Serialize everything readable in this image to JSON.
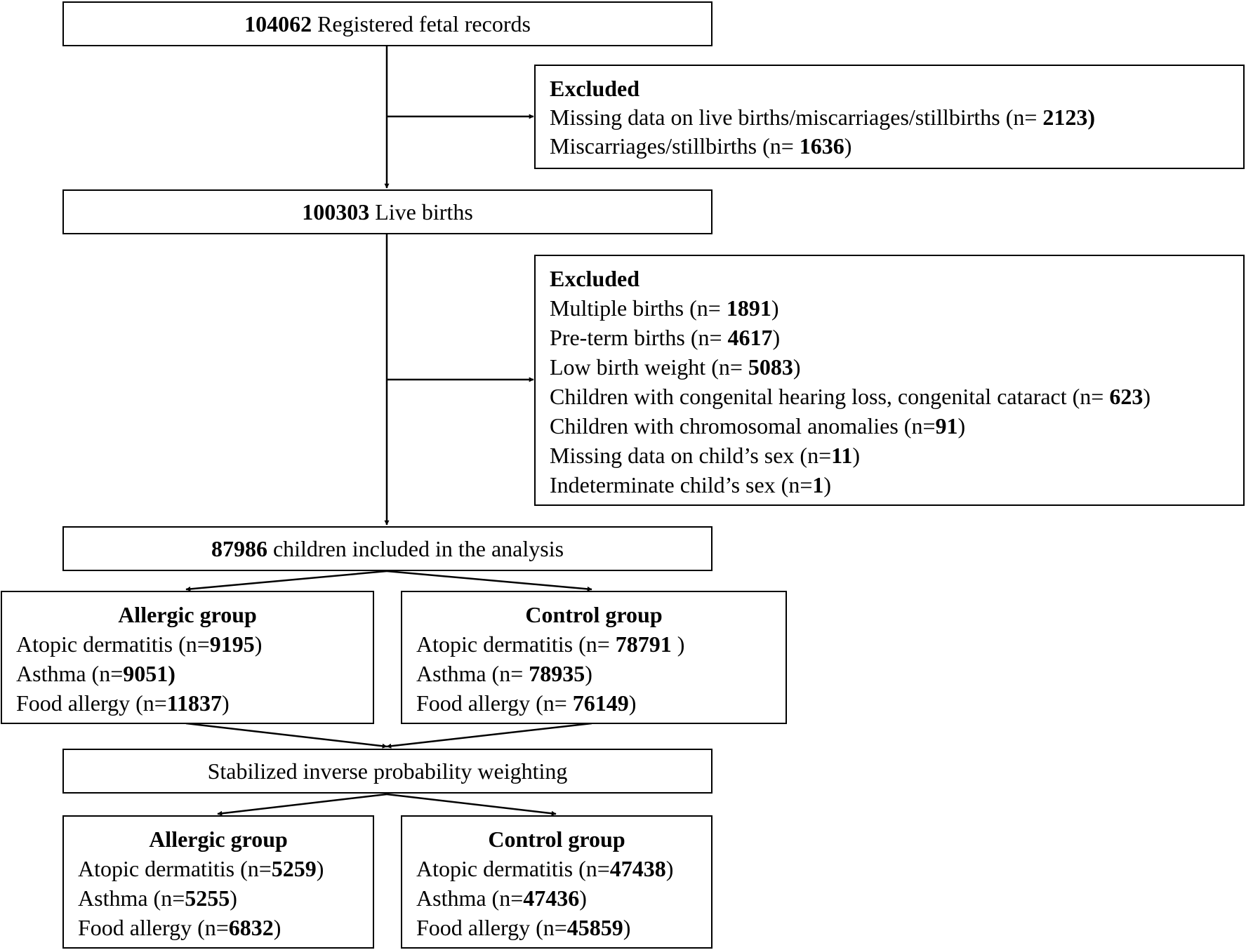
{
  "records": {
    "count": "104062",
    "label": " Registered fetal records"
  },
  "excluded1": {
    "title": "Excluded",
    "items": [
      {
        "pre": "Missing data on live births/miscarriages/stillbirths (n= ",
        "num": "2123)",
        "post": ""
      },
      {
        "pre": "Miscarriages/stillbirths (n= ",
        "num": "1636",
        "post": ")"
      }
    ]
  },
  "live": {
    "count": "100303",
    "label": " Live births"
  },
  "excluded2": {
    "title": "Excluded",
    "items": [
      {
        "pre": "Multiple births (n= ",
        "num": "1891",
        "post": ")"
      },
      {
        "pre": "Pre-term births (n= ",
        "num": "4617",
        "post": ")"
      },
      {
        "pre": "Low birth weight (n= ",
        "num": "5083",
        "post": ")"
      },
      {
        "pre": "Children with congenital hearing loss, congenital cataract (n= ",
        "num": "623",
        "post": ")"
      },
      {
        "pre": "Children with chromosomal anomalies (n=",
        "num": "91",
        "post": ")"
      },
      {
        "pre": "Missing data on child’s sex (n=",
        "num": "11",
        "post": ")"
      },
      {
        "pre": "Indeterminate child’s sex (n=",
        "num": "1",
        "post": ")"
      }
    ]
  },
  "included": {
    "count": "87986",
    "label": " children included in the analysis"
  },
  "allergic1": {
    "title": "Allergic group",
    "items": [
      {
        "pre": "Atopic dermatitis (n=",
        "num": "9195",
        "post": ")"
      },
      {
        "pre": "Asthma (n=",
        "num": "9051)",
        "post": ""
      },
      {
        "pre": "Food allergy (n=",
        "num": "11837",
        "post": ")"
      }
    ]
  },
  "control1": {
    "title": "Control group",
    "items": [
      {
        "pre": "Atopic dermatitis (n= ",
        "num": "78791",
        "post": " )"
      },
      {
        "pre": "Asthma (n= ",
        "num": "78935",
        "post": ")"
      },
      {
        "pre": "Food allergy (n= ",
        "num": "76149",
        "post": ")"
      }
    ]
  },
  "ipw": {
    "label": "Stabilized inverse probability weighting"
  },
  "allergic2": {
    "title": "Allergic group",
    "items": [
      {
        "pre": "Atopic dermatitis (n=",
        "num": "5259",
        "post": ")"
      },
      {
        "pre": "Asthma (n=",
        "num": "5255",
        "post": ")"
      },
      {
        "pre": "Food allergy (n=",
        "num": "6832",
        "post": ")"
      }
    ]
  },
  "control2": {
    "title": "Control group",
    "items": [
      {
        "pre": "Atopic dermatitis (n=",
        "num": "47438",
        "post": ")"
      },
      {
        "pre": "Asthma (n=",
        "num": "47436",
        "post": ")"
      },
      {
        "pre": "Food allergy (n=",
        "num": "45859",
        "post": ")"
      }
    ]
  }
}
